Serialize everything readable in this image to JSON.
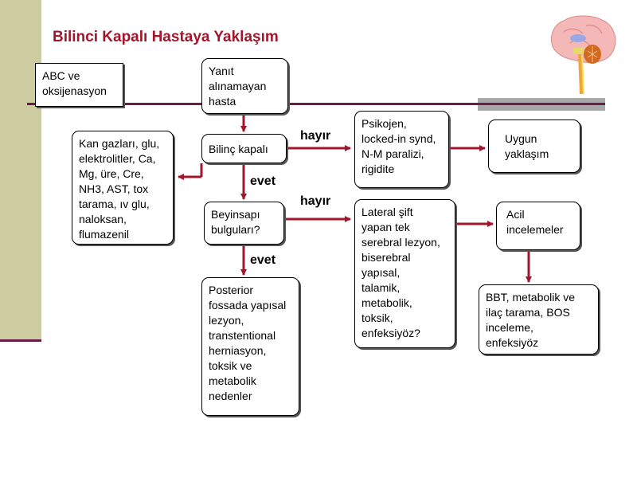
{
  "title": "Bilinci Kapalı Hastaya Yaklaşım",
  "boxes": {
    "abc": "ABC ve\noksijenasyon",
    "yanit": "Yanıt\nalınamayan\nhasta",
    "bilinc": "Bilinç kapalı",
    "kan": "Kan gazları, glu,\nelektrolitler, Ca,\nMg, üre, Cre,\nNH3, AST, tox\ntarama, ıv glu,\nnaloksan,\nflumazenil",
    "beyin": "Beyinsapı\nbulguları?",
    "posterior": "Posterior\nfossada yapısal\nlezyon,\ntranstentional\nherniasyon,\ntoksik ve\nmetabolik\nnedenler",
    "psiko": "Psikojen,\nlocked-in synd,\nN-M paralizi,\nrigidite",
    "uygun": "Uygun\nyaklaşım",
    "lateral": "Lateral şift\nyapan tek\nserebral lezyon,\nbiserebral\nyapısal,\ntalamik,\nmetabolik,\ntoksik,\nenfeksiyöz?",
    "acil": "Acil\nincelemeler",
    "bbt": "BBT, metabolik ve\nilaç tarama, BOS\ninceleme,\nenfeksiyöz"
  },
  "labels": {
    "hayir1": "hayır",
    "evet1": "evet",
    "hayir2": "hayır",
    "evet2": "evet"
  },
  "colors": {
    "title": "#a0172c",
    "arrow": "#a0172c",
    "sidebar": "#cdcca0",
    "rule": "#6b1c4a"
  }
}
